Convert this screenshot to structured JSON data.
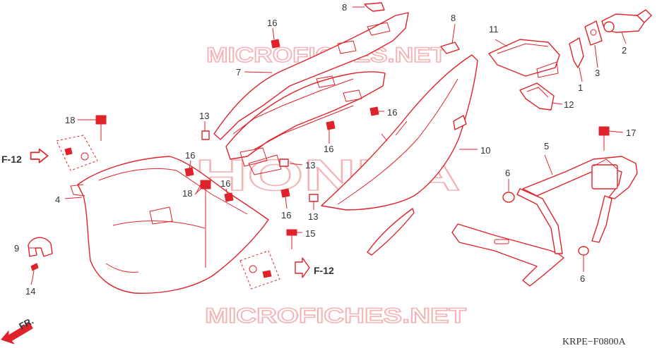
{
  "callouts": {
    "c1": "1",
    "c2": "2",
    "c3": "3",
    "c4": "4",
    "c5": "5",
    "c6a": "6",
    "c6b": "6",
    "c7": "7",
    "c8a": "8",
    "c8b": "8",
    "c9": "9",
    "c10": "10",
    "c11": "11",
    "c12": "12",
    "c13a": "13",
    "c13b": "13",
    "c13c": "13",
    "c14": "14",
    "c15": "15",
    "c16a": "16",
    "c16b": "16",
    "c16c": "16",
    "c16d": "16",
    "c16e": "16",
    "c16f": "16",
    "c17": "17",
    "c18a": "18",
    "c18b": "18"
  },
  "refs": {
    "left": "F-12",
    "right": "F-12"
  },
  "front_label": "FR.",
  "watermarks": {
    "top": "MICROFICHES.NET",
    "center": "HONDA",
    "bottom": "MICROFICHES.NET"
  },
  "diagram_code": "KRPE−F0800A",
  "colors": {
    "line": "#e0222a",
    "text": "#333333",
    "watermark": "#f4b4b7"
  }
}
